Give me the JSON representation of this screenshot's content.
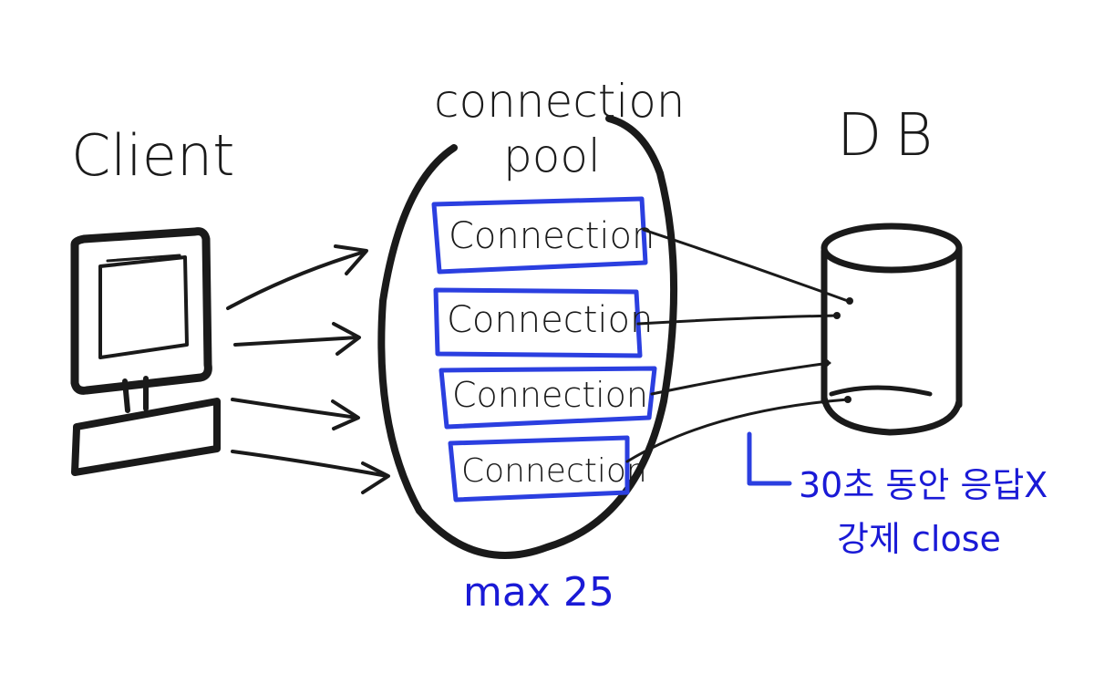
{
  "labels": {
    "client": "Client",
    "pool_line1": "connection",
    "pool_line2": "pool",
    "db": "DB",
    "max": "max 25",
    "note_line1": "30초 동안 응답X",
    "note_line2": "강제 close"
  },
  "connections": [
    {
      "label": "Connection"
    },
    {
      "label": "Connection"
    },
    {
      "label": "Connection"
    },
    {
      "label": "Connection"
    }
  ],
  "colors": {
    "ink": "#1a1a1a",
    "blue": "#2b3fe0",
    "blue_text": "#1a1ad6"
  }
}
